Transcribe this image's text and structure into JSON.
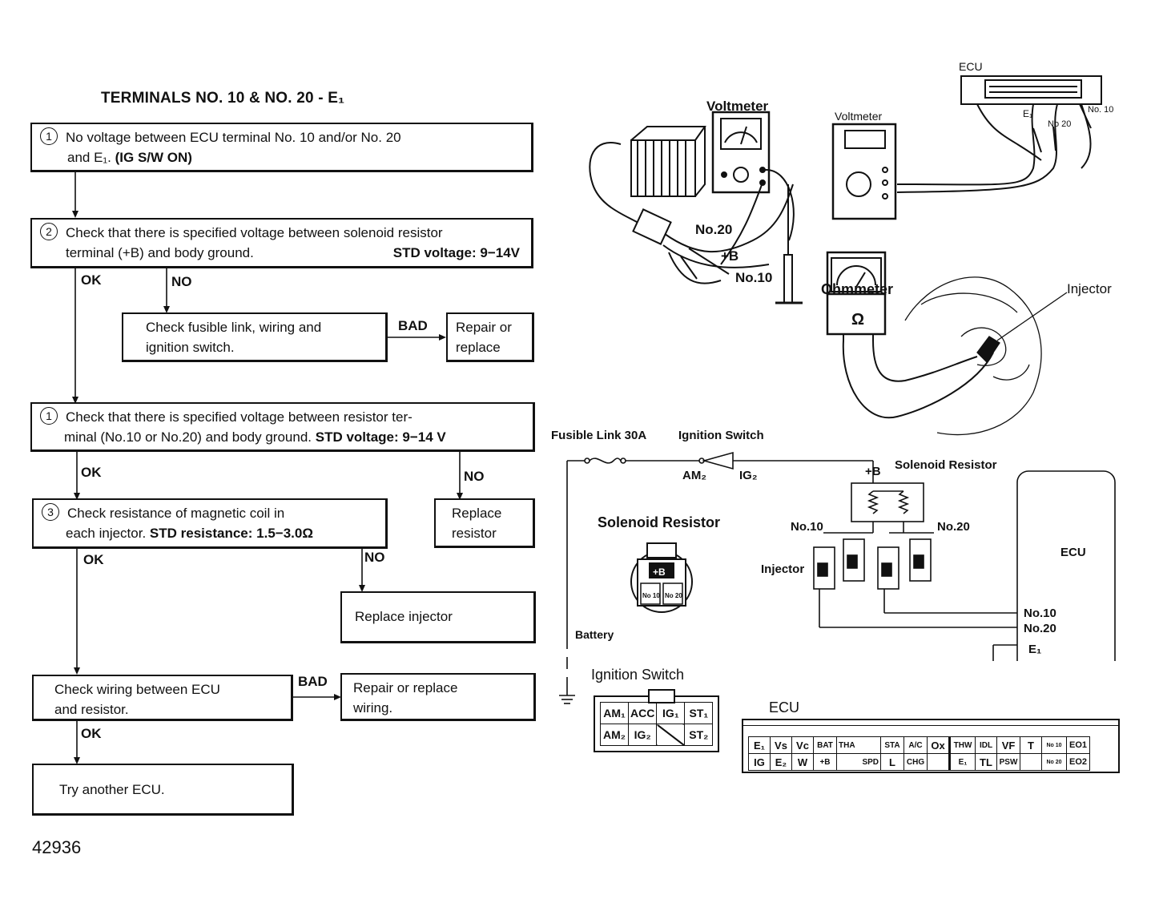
{
  "flow": {
    "title": "TERMINALS NO. 10 & NO. 20 - E₁",
    "step1": {
      "num": "1",
      "text_a": "No voltage between ECU terminal No. 10 and/or No. 20",
      "text_b": "and E₁.",
      "text_c": "(IG S/W ON)"
    },
    "step2": {
      "num": "2",
      "text_a": "Check that there is specified voltage between solenoid resistor",
      "text_b": "terminal (+B) and body ground.",
      "text_c": "STD voltage: 9−14V"
    },
    "fusible": {
      "text_a": "Check fusible link, wiring and",
      "text_b": "ignition switch."
    },
    "repair1": {
      "text_a": "Repair or",
      "text_b": "replace"
    },
    "step3": {
      "num": "1",
      "text_a": "Check that there is specified voltage between resistor ter-",
      "text_b": "minal (No.10 or No.20) and body ground.",
      "text_c": "STD voltage: 9−14 V"
    },
    "replace_resistor": {
      "text_a": "Replace",
      "text_b": "resistor"
    },
    "step4": {
      "num": "3",
      "text_a": "Check resistance of magnetic coil in",
      "text_b": "each injector.",
      "text_c": "STD resistance: 1.5−3.0Ω"
    },
    "replace_injector": "Replace injector",
    "wiring": {
      "text_a": "Check wiring between ECU",
      "text_b": "and resistor."
    },
    "repair2": {
      "text_a": "Repair or replace",
      "text_b": "wiring."
    },
    "try_ecu": "Try another ECU.",
    "labels": {
      "ok1": "OK",
      "no1": "NO",
      "bad1": "BAD",
      "ok2": "OK",
      "no2": "NO",
      "ok3": "OK",
      "no3": "NO",
      "bad2": "BAD",
      "ok4": "OK"
    },
    "figure_number": "42936"
  },
  "illustrations": {
    "voltmeter1": "Voltmeter",
    "no20": "No.20",
    "plusb": "+B",
    "no10": "No.10",
    "ecu": "ECU",
    "voltmeter2": "Voltmeter",
    "e1": "E₁",
    "no20b": "No 20",
    "no10b": "No. 10",
    "ohmmeter": "Ohmmeter",
    "ohm_symbol": "Ω",
    "injector": "Injector"
  },
  "schematic": {
    "fusible_link": "Fusible Link 30A",
    "ignition_switch": "Ignition Switch",
    "am2": "AM₂",
    "ig2": "IG₂",
    "plusb": "+B",
    "solenoid_resistor": "Solenoid Resistor",
    "no10": "No.10",
    "no20": "No.20",
    "injector": "Injector",
    "ecu": "ECU",
    "ecu_no10": "No.10",
    "ecu_no20": "No.20",
    "ecu_e1": "E₁",
    "battery": "Battery",
    "solenoid_resistor_title": "Solenoid Resistor",
    "sr_plusb": "+B",
    "sr_no10": "No 10",
    "sr_no20": "No 20",
    "ignition_switch_title": "Ignition Switch",
    "ig_row1": [
      "AM₁",
      "ACC",
      "IG₁",
      "ST₁"
    ],
    "ig_row2": [
      "AM₂",
      "IG₂",
      "",
      "ST₂"
    ],
    "ecu_title": "ECU",
    "ecu_row1": [
      "E₁",
      "Vs",
      "Vc",
      "BAT",
      "THA",
      "STA",
      "A/C",
      "Ox",
      "THW",
      "IDL",
      "VF",
      "T",
      "No 10",
      "EO1"
    ],
    "ecu_row2": [
      "IG",
      "E₂",
      "W",
      "+B",
      "SPD",
      "L",
      "CHG",
      "",
      "E₁",
      "TL",
      "PSW",
      "",
      "No 20",
      "EO2"
    ]
  }
}
